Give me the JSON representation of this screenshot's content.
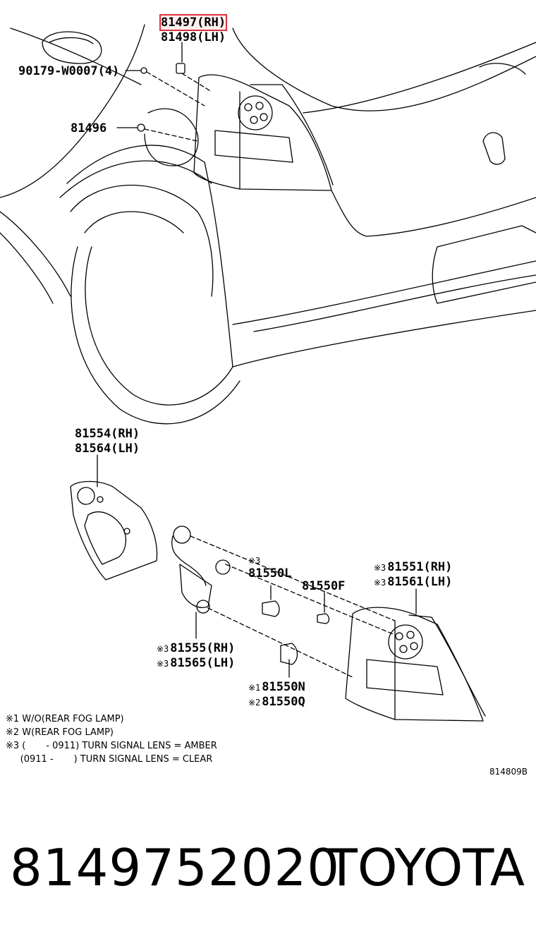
{
  "labels": {
    "p81497": "81497(RH)",
    "p81498": "81498(LH)",
    "p90179": "90179-W0007(4)",
    "p81496": "81496",
    "p81554": "81554(RH)",
    "p81564": "81564(LH)",
    "p81550L": "81550L",
    "p81550F": "81550F",
    "p81551": "81551(RH)",
    "p81561": "81561(LH)",
    "p81555": "81555(RH)",
    "p81565": "81565(LH)",
    "p81550N": "81550N",
    "p81550Q": "81550Q"
  },
  "marks": {
    "m1": "※1",
    "m2": "※2",
    "m3": "※3"
  },
  "notes": [
    "※1 W/O(REAR FOG LAMP)",
    "※2 W(REAR FOG LAMP)",
    "※3 (       - 0911) TURN SIGNAL LENS = AMBER",
    "     (0911 -       ) TURN SIGNAL LENS = CLEAR"
  ],
  "ref_code": "814809B",
  "footer": {
    "part_number": "8149752020",
    "brand": "TOYOTA"
  },
  "highlight_color": "#e0303a"
}
